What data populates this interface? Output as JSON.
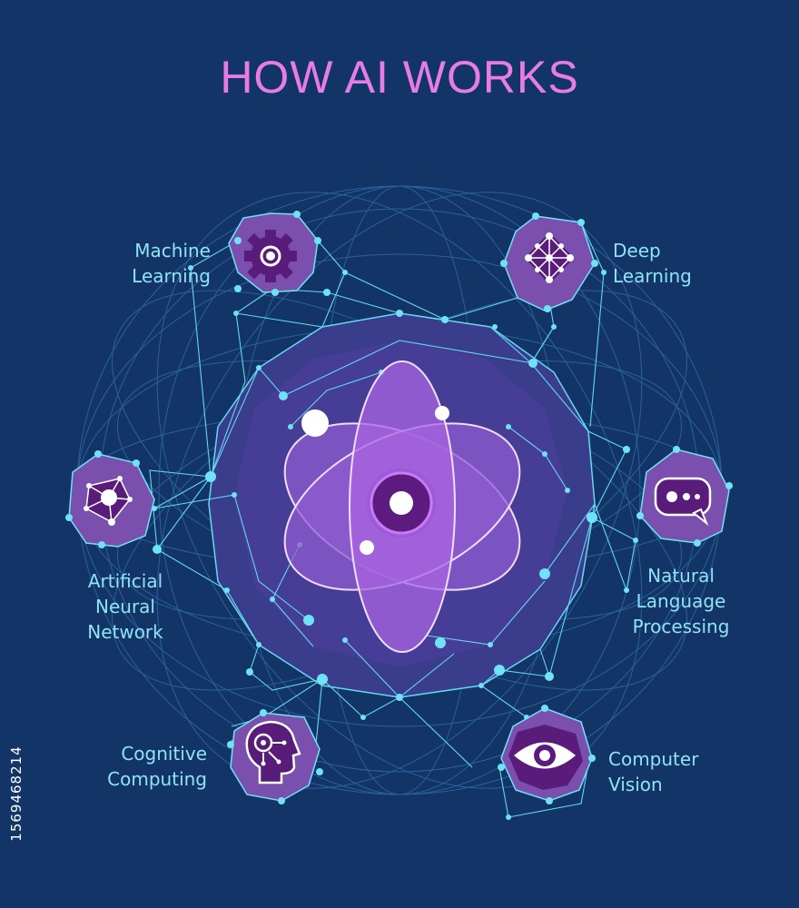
{
  "title": "HOW AI WORKS",
  "nodes": [
    {
      "id": "machine-learning",
      "label": "Machine\nLearning",
      "icon": "gear-icon"
    },
    {
      "id": "deep-learning",
      "label": "Deep\nLearning",
      "icon": "network-icon"
    },
    {
      "id": "artificial-neural-network",
      "label": "Artificial\nNeural\nNetwork",
      "icon": "neural-node-icon"
    },
    {
      "id": "natural-language-processing",
      "label": "Natural\nLanguage\nProcessing",
      "icon": "chat-bubble-icon"
    },
    {
      "id": "cognitive-computing",
      "label": "Cognitive\nComputing",
      "icon": "head-gear-icon"
    },
    {
      "id": "computer-vision",
      "label": "Computer\nVision",
      "icon": "eye-icon"
    }
  ],
  "watermark": "1569468214",
  "colors": {
    "background": "#133467",
    "title": "#e77ce6",
    "label": "#8fe3f5",
    "node_fill": "#7b4fae",
    "node_stroke": "#6fe2f5",
    "icon_dark": "#5a1c7a",
    "core": "#c06cf0"
  }
}
